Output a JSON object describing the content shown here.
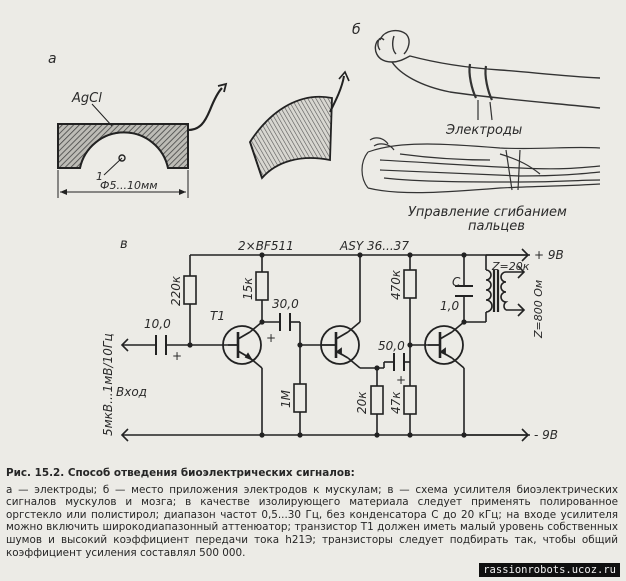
{
  "panels": {
    "a_label": "а",
    "b_label": "б",
    "c_label": "в"
  },
  "electrode_a": {
    "material": "AgCl",
    "marker": "1",
    "dimension": "Ф5...10мм"
  },
  "arm": {
    "electrodes_label": "Электроды",
    "control_line1": "Управление сгибанием",
    "control_line2": "пальцев"
  },
  "circuit": {
    "t1_type": "2×BF511",
    "t23_type": "ASY 36...37",
    "t1_label": "T1",
    "r1": "220к",
    "r2": "15к",
    "r3": "1М",
    "r4": "470к",
    "r5": "20к",
    "r6": "47к",
    "c_in": "10,0",
    "c2": "30,0",
    "c3": "50,0",
    "c4": "1,0",
    "c_label": "C",
    "impedance1": "Z=20к",
    "impedance2": "Z=800 Ом",
    "plus_supply": "+ 9В",
    "minus_supply": "- 9В",
    "input_range": "5мкВ...1мВ/10Гц",
    "input_label": "Вход",
    "plus": "+"
  },
  "caption": {
    "title": "Рис. 15.2. Способ отведения биоэлектрических сигналов:",
    "body": "а — электроды; б — место приложения электродов к мускулам; в — схема усилителя биоэлектрических сигналов мускулов и мозга; в качестве изолирующего материала следует применять полированное оргстекло или полистирол; диапазон частот 0,5...30 Гц, без конденсатора C до 20 кГц; на входе усилителя можно включить широкодиапазонный аттенюатор; транзистор T1 должен иметь малый уровень собственных шумов и высокий коэффициент передачи тока h21Э; транзисторы следует подбирать так, чтобы общий коэффициент усиления составлял 500 000."
  },
  "watermark": "rassionrobots.ucoz.ru"
}
